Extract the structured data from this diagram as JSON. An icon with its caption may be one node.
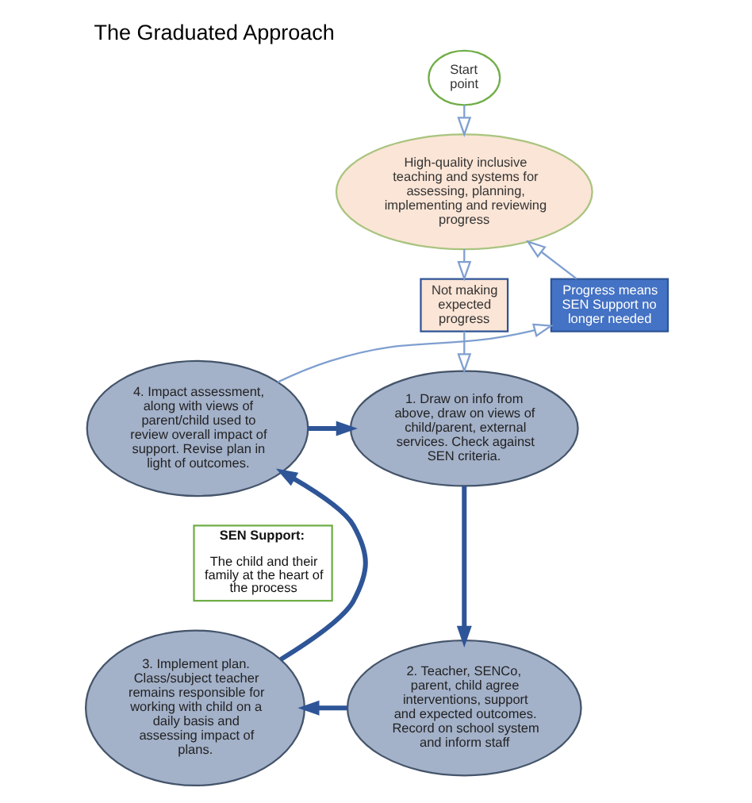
{
  "diagram": {
    "title": "The Graduated Approach",
    "nodes": [
      {
        "text": [
          "Start point"
        ]
      },
      {
        "text": [
          "High-quality inclusive teaching and systems for assessing, planning, implementing and reviewing progress"
        ]
      },
      {
        "text": [
          "Progress means SEN Support no longer needed"
        ]
      },
      {
        "text": [
          "Not making expected progress"
        ]
      },
      {
        "text": [
          "4. Impact assessment, along with views of parent/child used to review overall impact of support. Revise plan in light of outcomes."
        ]
      },
      {
        "text": [
          "1. Draw on info from above, draw on views of child/parent, external services. Check against SEN criteria."
        ]
      },
      {
        "text": [
          "SEN Support:",
          "The child and their family at the heart of the process"
        ]
      },
      {
        "text": [
          "3. Implement plan. Class/subject teacher remains responsible for working with child on a daily basis and assessing impact of plans."
        ]
      },
      {
        "text": [
          "2. Teacher, SENCo, parent, child agree interventions, support and expected outcomes. Record on school system and inform staff"
        ]
      }
    ],
    "edges": [
      {
        "from": 0,
        "to": 1,
        "arrow": "to"
      },
      {
        "from": 1,
        "to": 3,
        "arrow": "to"
      },
      {
        "from": 3,
        "to": 5,
        "arrow": "to"
      },
      {
        "from": 4,
        "to": 2,
        "arrow": "to"
      },
      {
        "from": 2,
        "to": 1,
        "arrow": "to"
      },
      {
        "from": 5,
        "to": 8,
        "arrow": "to",
        "style": "thick",
        "color": "#2e5597"
      },
      {
        "from": 8,
        "to": 7,
        "arrow": "to",
        "style": "thick",
        "color": "#2e5597"
      },
      {
        "from": 7,
        "to": 4,
        "arrow": "to",
        "style": "thick",
        "color": "#2e5597"
      },
      {
        "from": 4,
        "to": 5,
        "arrow": "to",
        "style": "thick",
        "color": "#2e5597"
      }
    ]
  }
}
